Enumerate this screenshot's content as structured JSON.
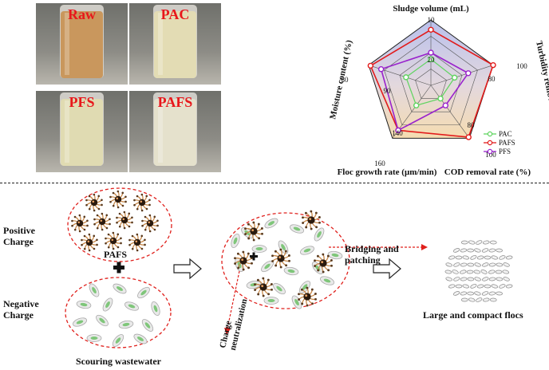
{
  "photos": [
    {
      "label": "Raw",
      "liquid": "#c9975d"
    },
    {
      "label": "PAC",
      "liquid": "#e3dcb4"
    },
    {
      "label": "PFS",
      "liquid": "#e0dbb2"
    },
    {
      "label": "PAFS",
      "liquid": "#e5e1cc"
    }
  ],
  "chart_data": {
    "type": "radar",
    "axes": [
      {
        "label": "Sludge volume (mL)",
        "ticks": [
          "10",
          "20"
        ]
      },
      {
        "label": "Turbidity removal rate (%)",
        "ticks": [
          "80",
          "100"
        ]
      },
      {
        "label": "COD removal rate (%)",
        "ticks": [
          "80",
          "100"
        ]
      },
      {
        "label": "Floc growth rate (μm/min)",
        "ticks": [
          "140",
          "160"
        ]
      },
      {
        "label": "Moisture content (%)",
        "ticks": [
          "90",
          "80"
        ]
      }
    ],
    "series": [
      {
        "name": "PAC",
        "color": "#5fd45f",
        "r": [
          0.4,
          0.38,
          0.25,
          0.38,
          0.4
        ]
      },
      {
        "name": "PAFS",
        "color": "#e21b1b",
        "r": [
          0.85,
          1.0,
          0.98,
          0.85,
          0.97
        ]
      },
      {
        "name": "PFS",
        "color": "#9922cc",
        "r": [
          0.5,
          0.6,
          0.38,
          0.85,
          0.8
        ]
      }
    ]
  },
  "diagram": {
    "positive_charge": "Positive\nCharge",
    "negative_charge": "Negative\nCharge",
    "pafs": "PAFS",
    "scouring": "Scouring wastewater",
    "bridging": "Bridging and\npatching",
    "charge_neutralization": "Charge\nneutralization",
    "result": "Large and compact flocs"
  }
}
